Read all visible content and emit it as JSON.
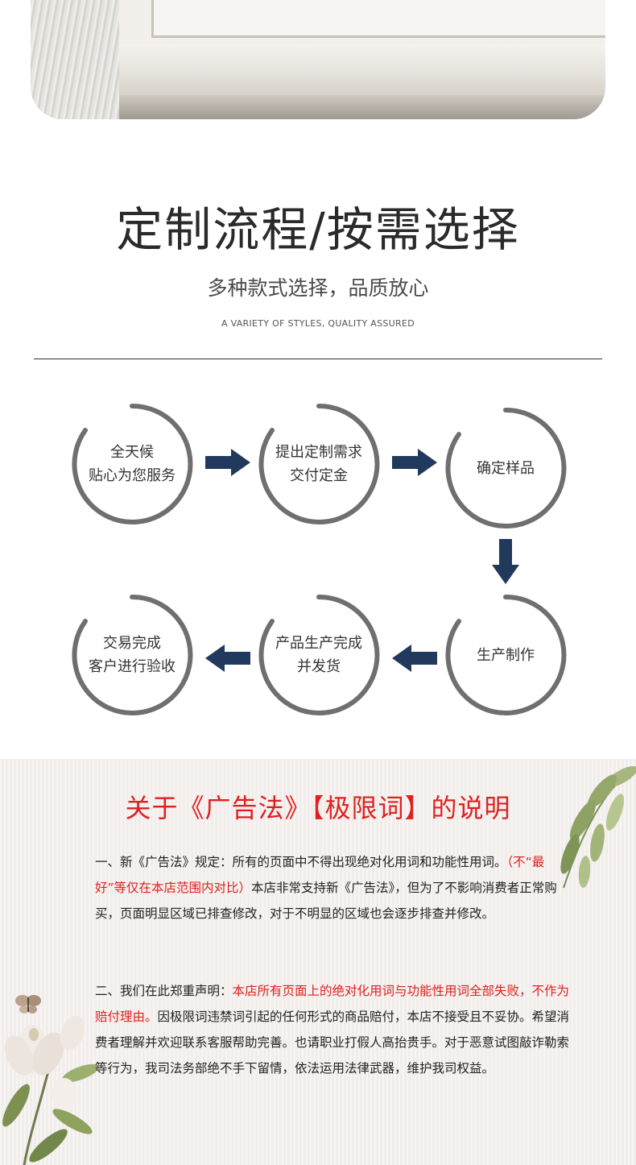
{
  "hero": {
    "alt": "white picture frame corner on textured fabric"
  },
  "heading": {
    "title": "定制流程/按需选择",
    "subtitle": "多种款式选择，品质放心",
    "english": "A VARIETY OF STYLES, QUALITY ASSURED"
  },
  "colors": {
    "ring": "#6f6f6f",
    "arrow": "#21395c",
    "red": "#e02020"
  },
  "process": {
    "steps": [
      {
        "line1": "全天候",
        "line2": "贴心为您服务"
      },
      {
        "line1": "提出定制需求",
        "line2": "交付定金"
      },
      {
        "line1": "确定样品",
        "line2": ""
      },
      {
        "line1": "生产制作",
        "line2": ""
      },
      {
        "line1": "产品生产完成",
        "line2": "并发货"
      },
      {
        "line1": "交易完成",
        "line2": "客户进行验收"
      }
    ]
  },
  "notice": {
    "title": "关于《广告法》【极限词】的说明",
    "p1_a": "一、新《广告法》规定：所有的页面中不得出现绝对化用词和功能性用词。",
    "p1_red": "（不“最好”等仅在本店范围内对比）",
    "p1_b": "本店非常支持新《广告法》，但为了不影响消费者正常购买，页面明显区域已排查修改，对于不明显的区域也会逐步排查并修改。",
    "p2_a": "二、我们在此郑重声明：",
    "p2_red": "本店所有页面上的绝对化用词与功能性用词全部失败，不作为赔付理由。",
    "p2_b": "因极限词违禁词引起的任何形式的商品赔付，本店不接受且不妥协。希望消费者理解并欢迎联系客服帮助完善。也请职业打假人高抬贵手。对于恶意试图敲诈勒索等行为，我司法务部绝不手下留情，依法运用法律武器，维护我司权益。"
  }
}
